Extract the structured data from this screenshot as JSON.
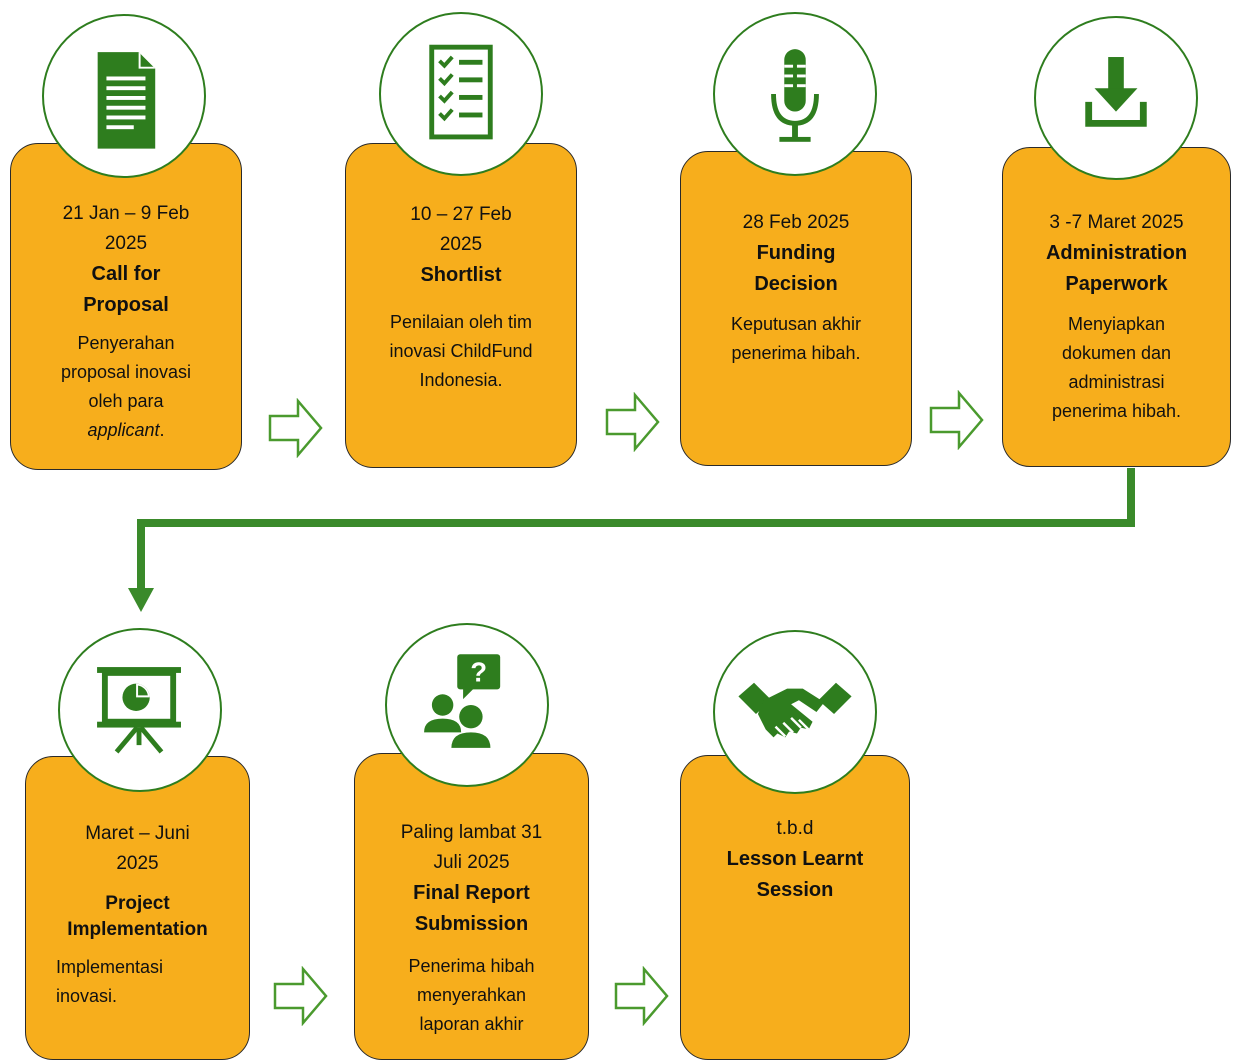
{
  "colors": {
    "card_fill": "#f7ae1c",
    "icon_green": "#2e7d1e",
    "connector_green": "#3a8a2a",
    "card_border": "#2a2a2a"
  },
  "steps": [
    {
      "icon": "document-icon",
      "date_line1": "21 Jan – 9 Feb",
      "date_line2": "2025",
      "title_line1": "Call for",
      "title_line2": "Proposal",
      "desc_line1": "Penyerahan",
      "desc_line2": "proposal inovasi",
      "desc_line3": "oleh para",
      "desc_italic": "applicant",
      "desc_end": "."
    },
    {
      "icon": "checklist-icon",
      "date_line1": "10 – 27 Feb",
      "date_line2": "2025",
      "title_line1": "Shortlist",
      "desc_line1": "Penilaian oleh tim",
      "desc_line2": "inovasi ChildFund",
      "desc_line3": "Indonesia."
    },
    {
      "icon": "microphone-icon",
      "date_line1": "28 Feb 2025",
      "title_line1": "Funding",
      "title_line2": "Decision",
      "desc_line1": "Keputusan akhir",
      "desc_line2": "penerima hibah."
    },
    {
      "icon": "download-icon",
      "date_line1": "3 -7 Maret 2025",
      "title_line1": "Administration",
      "title_line2": "Paperwork",
      "desc_line1": "Menyiapkan",
      "desc_line2": "dokumen dan",
      "desc_line3": "administrasi",
      "desc_line4": "penerima hibah."
    },
    {
      "icon": "presentation-icon",
      "date_line1": "Maret – Juni",
      "date_line2": "2025",
      "title_line1": "Project",
      "title_line2": "Implementation",
      "desc_line1": "Implementasi",
      "desc_line2": "inovasi."
    },
    {
      "icon": "discussion-icon",
      "date_line1": "Paling lambat 31",
      "date_line2": "Juli 2025",
      "title_line1": "Final Report",
      "title_line2": "Submission",
      "desc_line1": "Penerima hibah",
      "desc_line2": "menyerahkan",
      "desc_line3": "laporan akhir"
    },
    {
      "icon": "handshake-icon",
      "date_line1": "t.b.d",
      "title_line1": "Lesson Learnt",
      "title_line2": "Session"
    }
  ]
}
